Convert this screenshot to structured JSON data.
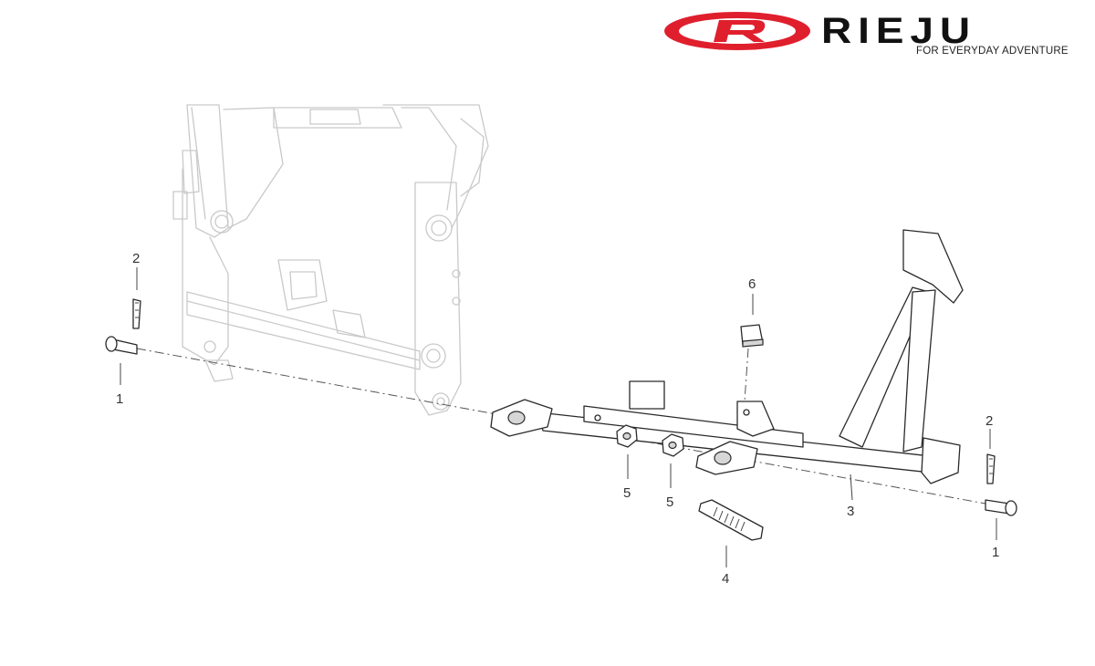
{
  "brand": {
    "name": "RIEJU",
    "tagline": "FOR EVERYDAY ADVENTURE",
    "color": "#e01f2d"
  },
  "callouts": {
    "pin_left": "1",
    "clip_left": "2",
    "stand": "3",
    "spring": "4",
    "nut_a": "5",
    "nut_b": "5",
    "bumper": "6",
    "clip_right": "2",
    "pin_right": "1"
  }
}
